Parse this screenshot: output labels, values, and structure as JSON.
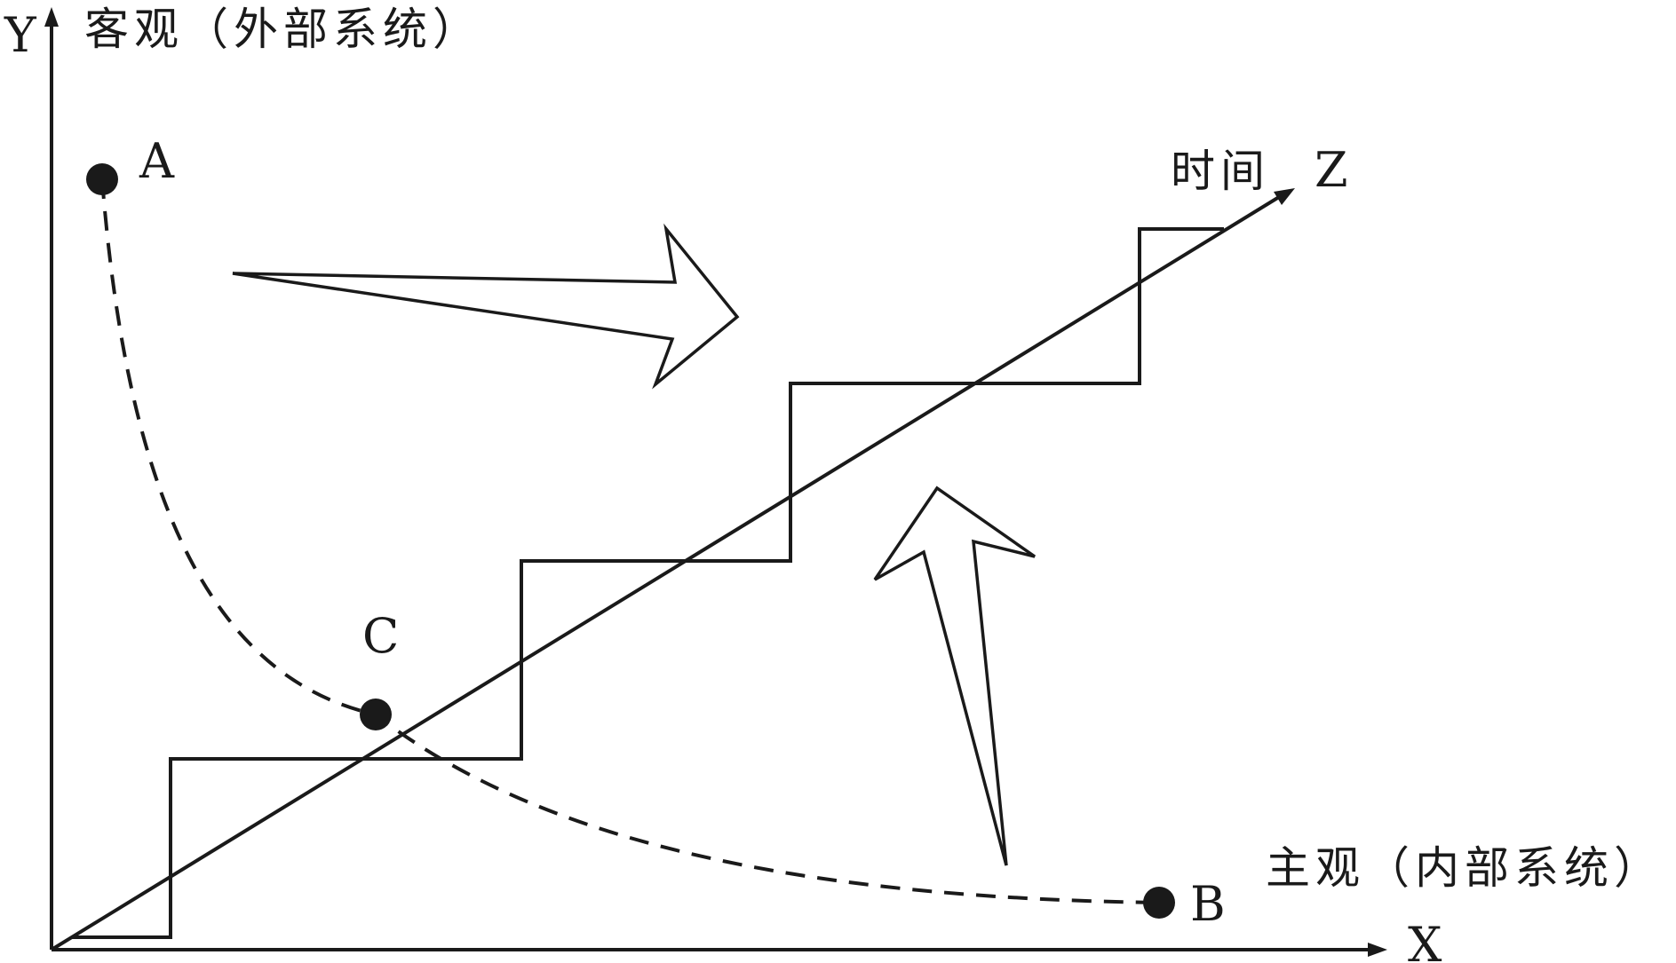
{
  "axes": {
    "y": {
      "letter": "Y",
      "label": "客观（外部系统）"
    },
    "x": {
      "letter": "X",
      "label": "主观（内部系统）"
    },
    "z": {
      "letter": "Z",
      "label": "时间"
    }
  },
  "points": [
    {
      "id": "A",
      "label": "A"
    },
    {
      "id": "C",
      "label": "C"
    },
    {
      "id": "B",
      "label": "B"
    }
  ],
  "colors": {
    "stroke": "#1a1a1a",
    "background": "#ffffff"
  }
}
